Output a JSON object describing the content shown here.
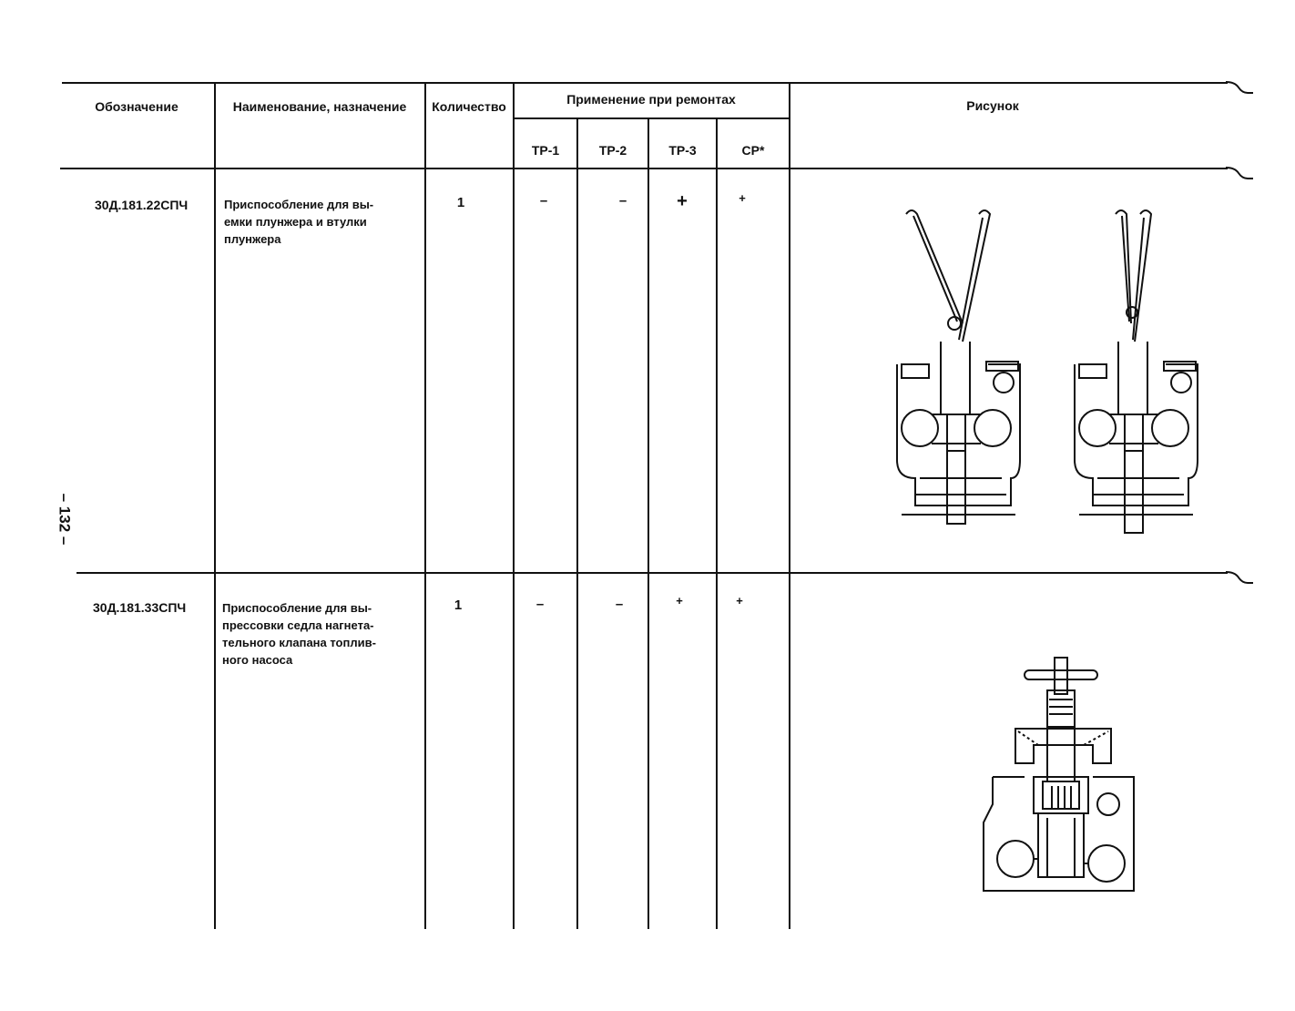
{
  "page_number": "– 132 –",
  "header": {
    "designation": "Обозначение",
    "name": "Наименование,  назначение",
    "quantity": "Количество",
    "application": "Применение при ремонтах",
    "drawing": "Рисунок",
    "repairs": [
      "ТР-1",
      "ТР-2",
      "ТР-3",
      "СР*"
    ]
  },
  "rows": [
    {
      "code": "30Д.181.22СПЧ",
      "name_lines": [
        "Приспособление для  вы-",
        "емки плунжера и втулки",
        "плунжера"
      ],
      "quantity": "1",
      "marks": [
        "–",
        "–",
        "+",
        "+"
      ],
      "drawing_icon": "plunger-extraction-tool-drawing"
    },
    {
      "code": "30Д.181.33СПЧ",
      "name_lines": [
        "Приспособление для вы-",
        "прессовки седла нагнета-",
        "тельного клапана топлив-",
        "ного насоса"
      ],
      "quantity": "1",
      "marks": [
        "–",
        "–",
        "+",
        "+"
      ],
      "drawing_icon": "valve-seat-press-tool-drawing"
    }
  ]
}
